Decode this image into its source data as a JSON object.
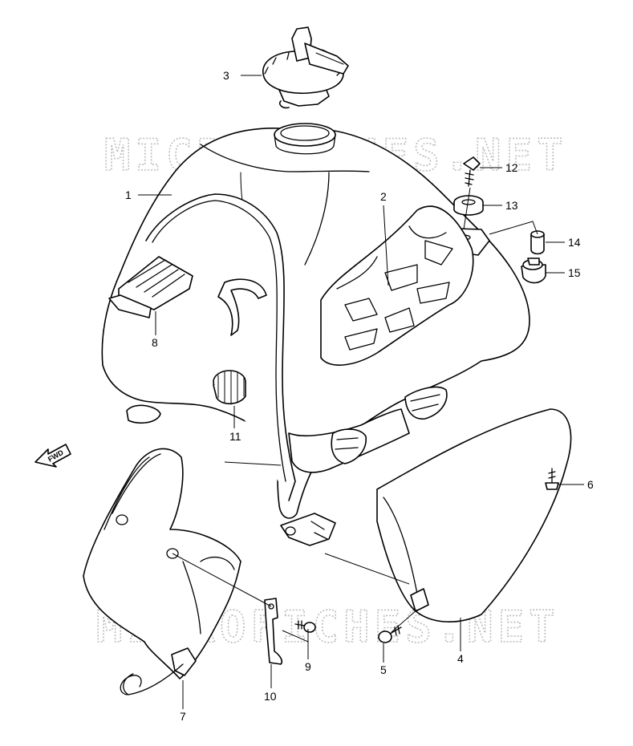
{
  "watermark": {
    "text": "MICROFICHES.NET"
  },
  "fwd_label": "FWD",
  "callouts": {
    "c1": "1",
    "c2": "2",
    "c3": "3",
    "c4": "4",
    "c5": "5",
    "c6": "6",
    "c7": "7",
    "c8": "8",
    "c9": "9",
    "c10": "10",
    "c11": "11",
    "c12": "12",
    "c13": "13",
    "c14": "14",
    "c15": "15"
  }
}
